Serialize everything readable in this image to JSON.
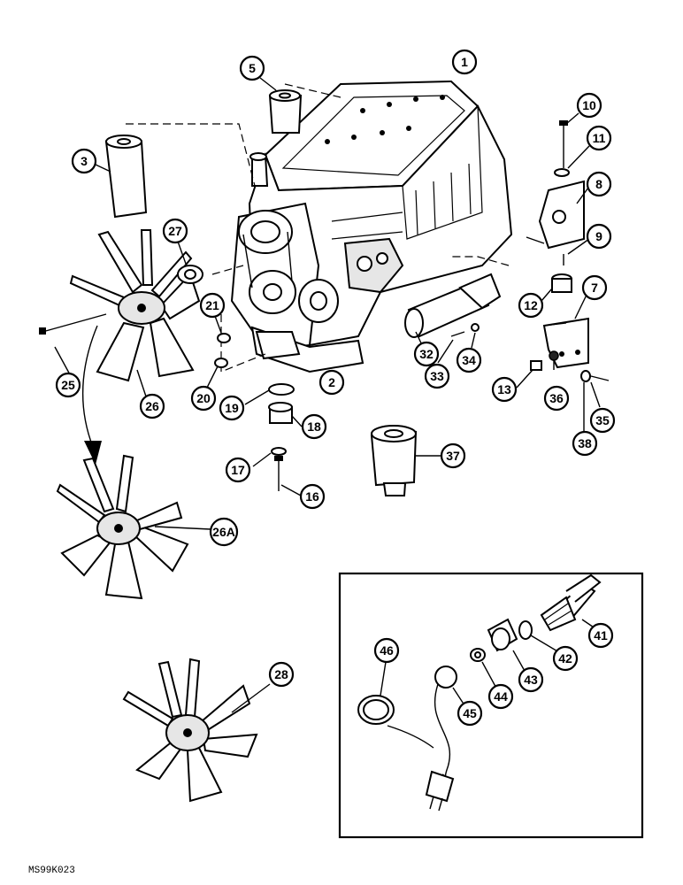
{
  "figure_code": "MS99K023",
  "callouts": {
    "c1": "1",
    "c2": "2",
    "c3": "3",
    "c5": "5",
    "c7": "7",
    "c8": "8",
    "c9": "9",
    "c10": "10",
    "c11": "11",
    "c12": "12",
    "c13": "13",
    "c16": "16",
    "c17": "17",
    "c18": "18",
    "c19": "19",
    "c20": "20",
    "c21": "21",
    "c25": "25",
    "c26": "26",
    "c26a": "26A",
    "c27": "27",
    "c28": "28",
    "c32": "32",
    "c33": "33",
    "c34": "34",
    "c35": "35",
    "c36": "36",
    "c37": "37",
    "c38": "38",
    "c41": "41",
    "c42": "42",
    "c43": "43",
    "c44": "44",
    "c45": "45",
    "c46": "46"
  }
}
